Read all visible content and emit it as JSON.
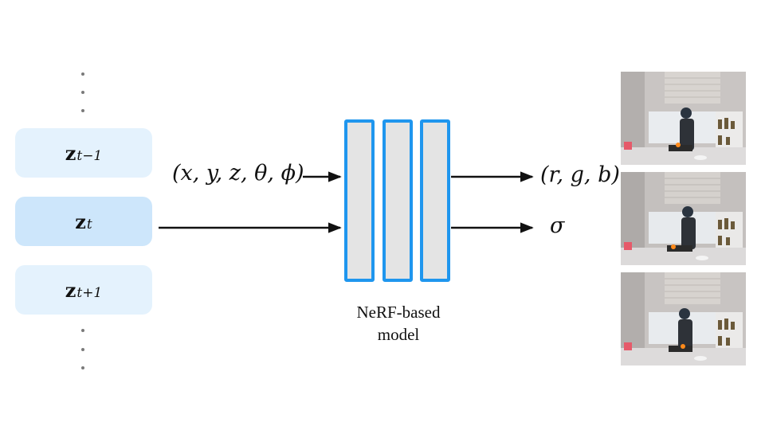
{
  "latents": [
    {
      "symbol": "z",
      "subscript": "t−1"
    },
    {
      "symbol": "z",
      "subscript": "t"
    },
    {
      "symbol": "z",
      "subscript": "t+1"
    }
  ],
  "input_label": "(x, y, z, θ, ϕ)",
  "outputs": {
    "color": "(r, g, b)",
    "density": "σ"
  },
  "model_caption": {
    "line1": "NeRF-based",
    "line2": "model"
  },
  "colors": {
    "layer_border": "#1f96ee",
    "layer_fill": "#e4e4e4",
    "latent_light": "#e4f2fd",
    "latent_selected": "#cde6fb"
  }
}
